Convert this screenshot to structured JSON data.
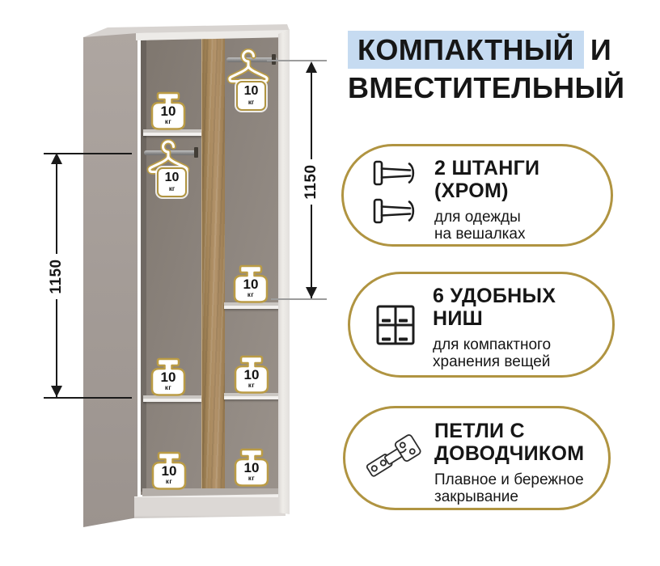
{
  "title": {
    "highlighted": "КОМПАКТНЫЙ",
    "rest": "И",
    "line2": "ВМЕСТИТЕЛЬНЫЙ"
  },
  "features": [
    {
      "icon": "clothes-rail-icon",
      "heading_lines": [
        "2 ШТАНГИ",
        "(ХРОМ)"
      ],
      "sub_lines": [
        "для одежды",
        "на вешалках"
      ]
    },
    {
      "icon": "shelf-niches-icon",
      "heading_lines": [
        "6 УДОБНЫХ",
        "НИШ"
      ],
      "sub_lines": [
        "для компактного",
        "хранения вещей"
      ]
    },
    {
      "icon": "soft-close-hinge-icon",
      "heading_lines": [
        "ПЕТЛИ С",
        "ДОВОДЧИКОМ"
      ],
      "sub_lines": [
        "Плавное и бережное",
        "закрывание"
      ]
    }
  ],
  "wardrobe": {
    "weights": [
      {
        "value": "10",
        "unit": "кг"
      },
      {
        "value": "10",
        "unit": "кг"
      },
      {
        "value": "10",
        "unit": "кг"
      },
      {
        "value": "10",
        "unit": "кг"
      },
      {
        "value": "10",
        "unit": "кг"
      },
      {
        "value": "10",
        "unit": "кг"
      },
      {
        "value": "10",
        "unit": "кг"
      },
      {
        "value": "10",
        "unit": "кг"
      }
    ],
    "dimensions": {
      "left": {
        "label": "1150"
      },
      "right": {
        "label": "1150"
      }
    }
  },
  "colors": {
    "accent_gold": "#b09441",
    "highlight_blue": "#c6dbf1",
    "wood": "#a8895d",
    "carcass_gray": "#a49c97",
    "text": "#161616"
  }
}
